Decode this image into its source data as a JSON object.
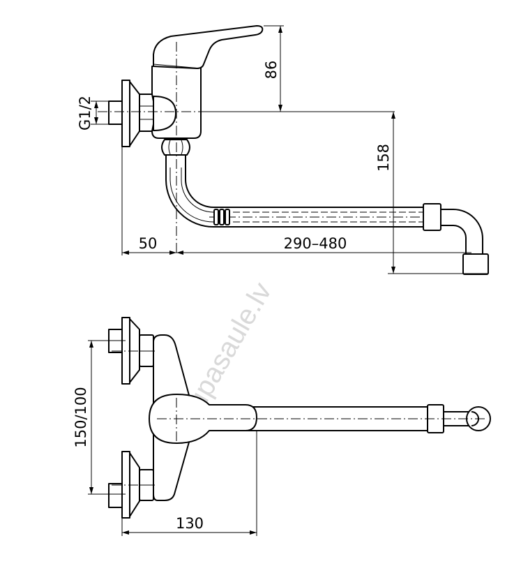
{
  "side_view": {
    "dim_thread": "G1/2",
    "dim_handle_height": "86",
    "dim_outlet_height": "158",
    "dim_wall_offset": "50",
    "dim_spout_length": "290–480"
  },
  "front_view": {
    "dim_inlet_spacing": "150/100",
    "dim_body_projection": "130"
  },
  "watermark": "lampupasaule.lv"
}
